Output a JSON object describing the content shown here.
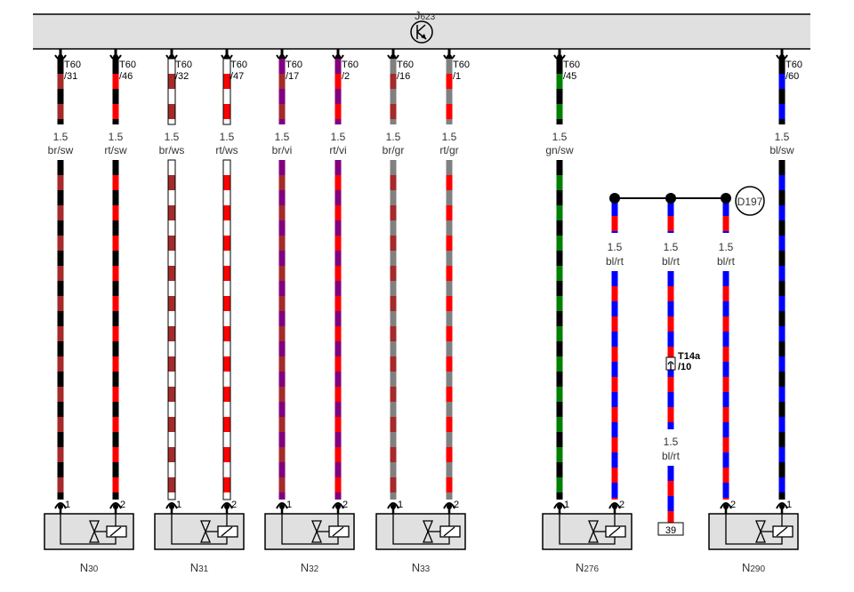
{
  "colors": {
    "sw": "#000000",
    "br": "#a52a2a",
    "rt": "#ff0000",
    "ws": "#ffffff",
    "vi": "#800080",
    "gr": "#808080",
    "gn": "#008000",
    "bl": "#0000ff",
    "box_fill": "#e0e0e0",
    "box_stroke": "#000000"
  },
  "control_unit": {
    "label": "J",
    "sub": "623",
    "symbol": "transistor-icon"
  },
  "wires": [
    {
      "id": "w1",
      "connector": "T60",
      "pin": "/31",
      "size": "1.5",
      "color_code": "br/sw",
      "c1": "br",
      "c2": "sw",
      "component_pin": "1"
    },
    {
      "id": "w2",
      "connector": "T60",
      "pin": "/46",
      "size": "1.5",
      "color_code": "rt/sw",
      "c1": "rt",
      "c2": "sw",
      "component_pin": "2"
    },
    {
      "id": "w3",
      "connector": "T60",
      "pin": "/32",
      "size": "1.5",
      "color_code": "br/ws",
      "c1": "br",
      "c2": "ws",
      "component_pin": "1"
    },
    {
      "id": "w4",
      "connector": "T60",
      "pin": "/47",
      "size": "1.5",
      "color_code": "rt/ws",
      "c1": "rt",
      "c2": "ws",
      "component_pin": "2"
    },
    {
      "id": "w5",
      "connector": "T60",
      "pin": "/17",
      "size": "1.5",
      "color_code": "br/vi",
      "c1": "br",
      "c2": "vi",
      "component_pin": "1"
    },
    {
      "id": "w6",
      "connector": "T60",
      "pin": "/2",
      "size": "1.5",
      "color_code": "rt/vi",
      "c1": "rt",
      "c2": "vi",
      "component_pin": "2"
    },
    {
      "id": "w7",
      "connector": "T60",
      "pin": "/16",
      "size": "1.5",
      "color_code": "br/gr",
      "c1": "br",
      "c2": "gr",
      "component_pin": "1"
    },
    {
      "id": "w8",
      "connector": "T60",
      "pin": "/1",
      "size": "1.5",
      "color_code": "rt/gr",
      "c1": "rt",
      "c2": "gr",
      "component_pin": "2"
    },
    {
      "id": "w9",
      "connector": "T60",
      "pin": "/45",
      "size": "1.5",
      "color_code": "gn/sw",
      "c1": "gn",
      "c2": "sw",
      "component_pin": "1"
    },
    {
      "id": "w10",
      "connector": "T60",
      "pin": "/60",
      "size": "1.5",
      "color_code": "bl/sw",
      "c1": "bl",
      "c2": "sw",
      "component_pin": "1"
    }
  ],
  "splice": {
    "label": "D197",
    "branches": [
      {
        "size": "1.5",
        "color_code": "bl/rt",
        "component_pin": "2"
      },
      {
        "size": "1.5",
        "color_code": "bl/rt",
        "connector": "T14a",
        "pin": "/10",
        "size2": "1.5",
        "color_code2": "bl/rt",
        "ground": "39"
      },
      {
        "size": "1.5",
        "color_code": "bl/rt",
        "component_pin": "2"
      }
    ]
  },
  "components": [
    {
      "name": "N",
      "sub": "30"
    },
    {
      "name": "N",
      "sub": "31"
    },
    {
      "name": "N",
      "sub": "32"
    },
    {
      "name": "N",
      "sub": "33"
    },
    {
      "name": "N",
      "sub": "276"
    },
    {
      "name": "N",
      "sub": "290"
    }
  ]
}
